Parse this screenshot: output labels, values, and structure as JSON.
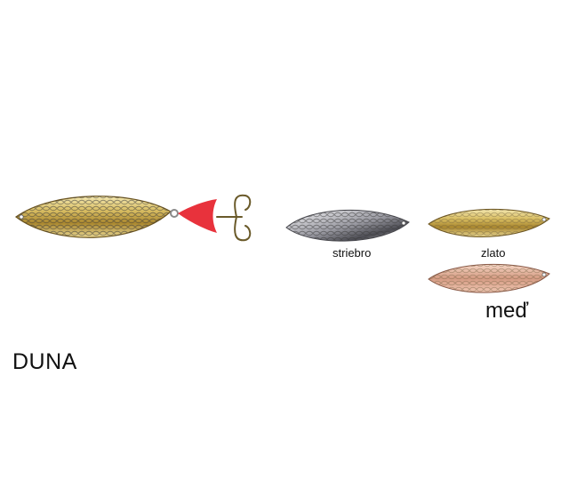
{
  "product": {
    "name": "DUNA"
  },
  "variants": [
    {
      "label": "striebro",
      "finish": "silver",
      "color": "#c8c8cc"
    },
    {
      "label": "zlato",
      "finish": "gold",
      "color": "#c9a94b"
    },
    {
      "label": "meď",
      "finish": "copper",
      "color": "#d9a08a"
    }
  ],
  "accent": {
    "hook_flag": "#e8323c"
  }
}
